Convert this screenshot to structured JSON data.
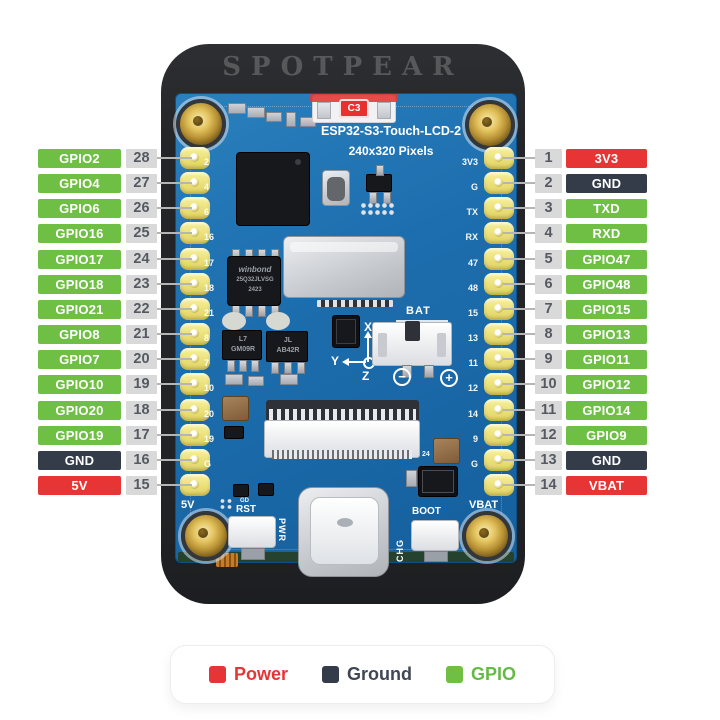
{
  "watermark": {
    "text": "SPOTPEAR"
  },
  "board": {
    "title": "ESP32-S3-Touch-LCD-2",
    "resolution": "240x320 Pixels",
    "jumper_label": "C3",
    "bat_label": "BAT",
    "bat_minus": "−",
    "bat_plus": "+",
    "axis": {
      "x": "X",
      "y": "Y",
      "z": "Z"
    },
    "flash_chip": [
      "winbond",
      "25Q32JLVSG",
      "2423"
    ],
    "regulator_left": [
      "L7",
      "GM09R"
    ],
    "regulator_right": [
      "JL",
      "AB42R"
    ],
    "rst_label": "RST",
    "boot_label": "BOOT",
    "pwr_label": "PWR",
    "chg_label": "CHG",
    "gd_label": "GD",
    "fpc_label": "24",
    "corner_left_label": "5V",
    "corner_right_label": "VBAT",
    "silk_left": [
      "2",
      "4",
      "6",
      "16",
      "17",
      "18",
      "21",
      "8",
      "7",
      "10",
      "20",
      "19",
      "G"
    ],
    "silk_right": [
      "3V3",
      "G",
      "TX",
      "RX",
      "47",
      "48",
      "15",
      "13",
      "11",
      "12",
      "14",
      "9",
      "G"
    ]
  },
  "pinout": {
    "left": [
      {
        "label": "GPIO2",
        "pin": "28",
        "type": "gpio"
      },
      {
        "label": "GPIO4",
        "pin": "27",
        "type": "gpio"
      },
      {
        "label": "GPIO6",
        "pin": "26",
        "type": "gpio"
      },
      {
        "label": "GPIO16",
        "pin": "25",
        "type": "gpio"
      },
      {
        "label": "GPIO17",
        "pin": "24",
        "type": "gpio"
      },
      {
        "label": "GPIO18",
        "pin": "23",
        "type": "gpio"
      },
      {
        "label": "GPIO21",
        "pin": "22",
        "type": "gpio"
      },
      {
        "label": "GPIO8",
        "pin": "21",
        "type": "gpio"
      },
      {
        "label": "GPIO7",
        "pin": "20",
        "type": "gpio"
      },
      {
        "label": "GPIO10",
        "pin": "19",
        "type": "gpio"
      },
      {
        "label": "GPIO20",
        "pin": "18",
        "type": "gpio"
      },
      {
        "label": "GPIO19",
        "pin": "17",
        "type": "gpio"
      },
      {
        "label": "GND",
        "pin": "16",
        "type": "ground"
      },
      {
        "label": "5V",
        "pin": "15",
        "type": "power"
      }
    ],
    "right": [
      {
        "pin": "1",
        "label": "3V3",
        "type": "power"
      },
      {
        "pin": "2",
        "label": "GND",
        "type": "ground"
      },
      {
        "pin": "3",
        "label": "TXD",
        "type": "gpio"
      },
      {
        "pin": "4",
        "label": "RXD",
        "type": "gpio"
      },
      {
        "pin": "5",
        "label": "GPIO47",
        "type": "gpio"
      },
      {
        "pin": "6",
        "label": "GPIO48",
        "type": "gpio"
      },
      {
        "pin": "7",
        "label": "GPIO15",
        "type": "gpio"
      },
      {
        "pin": "8",
        "label": "GPIO13",
        "type": "gpio"
      },
      {
        "pin": "9",
        "label": "GPIO11",
        "type": "gpio"
      },
      {
        "pin": "10",
        "label": "GPIO12",
        "type": "gpio"
      },
      {
        "pin": "11",
        "label": "GPIO14",
        "type": "gpio"
      },
      {
        "pin": "12",
        "label": "GPIO9",
        "type": "gpio"
      },
      {
        "pin": "13",
        "label": "GND",
        "type": "ground"
      },
      {
        "pin": "14",
        "label": "VBAT",
        "type": "power"
      }
    ]
  },
  "legend": {
    "items": [
      {
        "label": "Power",
        "type": "power",
        "color": "#e73434"
      },
      {
        "label": "Ground",
        "type": "ground",
        "color": "#343b49"
      },
      {
        "label": "GPIO",
        "type": "gpio",
        "color": "#6fbf45"
      }
    ]
  },
  "colors": {
    "power": "#e73434",
    "ground": "#343b49",
    "gpio": "#6fbf45",
    "pin_number_bg": "#d9d9d9",
    "pin_number_text": "#555a62",
    "pcb_blue": "#1b6cab",
    "case_black": "#26272b",
    "header_yellow": "#ece47f",
    "leader_line": "#b5b5b5"
  }
}
